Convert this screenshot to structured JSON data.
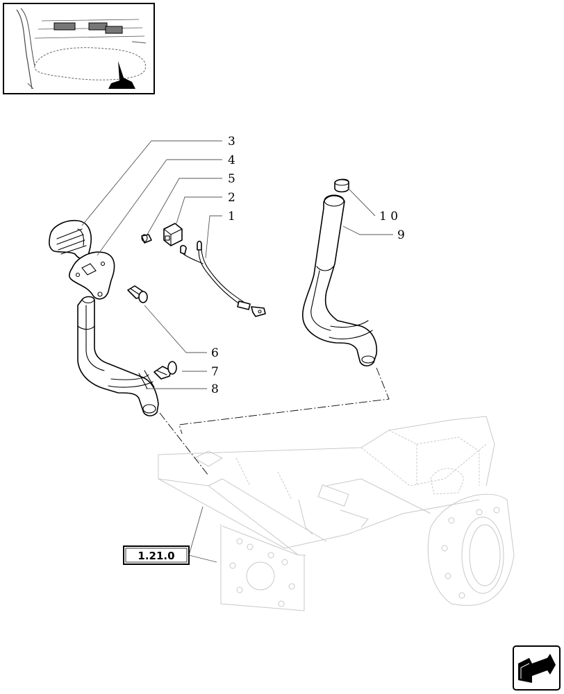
{
  "diagram": {
    "callouts": [
      "3",
      "4",
      "5",
      "2",
      "1",
      "1 0",
      "9",
      "6",
      "7",
      "8"
    ],
    "reference": "1.21.0"
  },
  "colors": {
    "ink": "#000000",
    "ghost": "#c8c8c8",
    "background": "#ffffff"
  },
  "icons": [
    "next-page-arrow-icon",
    "tractor-overview-thumbnail-icon"
  ]
}
